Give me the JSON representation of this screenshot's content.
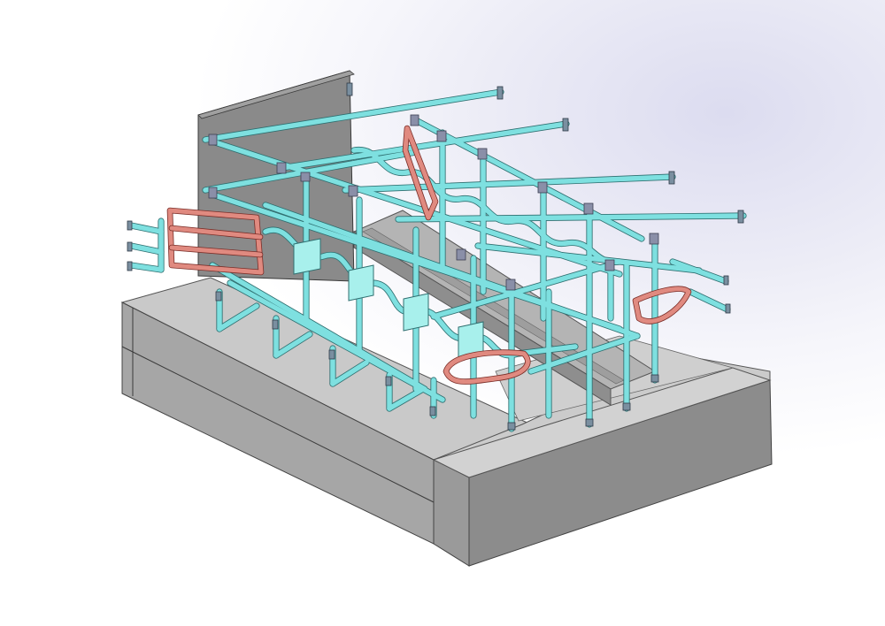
{
  "scene": {
    "colors": {
      "background": "#ffffff",
      "pipe": "#7ee0e0",
      "pipe_outline": "#2f6f70",
      "gate": "#e08a80",
      "gate_outline": "#7a2e28",
      "concrete_top": "#c9c9c9",
      "concrete_side": "#8c8c8c",
      "concrete_front": "#a6a6a6",
      "wall": "#8a8a8a",
      "clamp": "#8a8fa8"
    },
    "objects": [
      "concrete-platform",
      "back-wall",
      "center-pit",
      "cyan-pipe-stalls",
      "red-entry-gate",
      "red-exit-gates",
      "stall-plates"
    ]
  }
}
